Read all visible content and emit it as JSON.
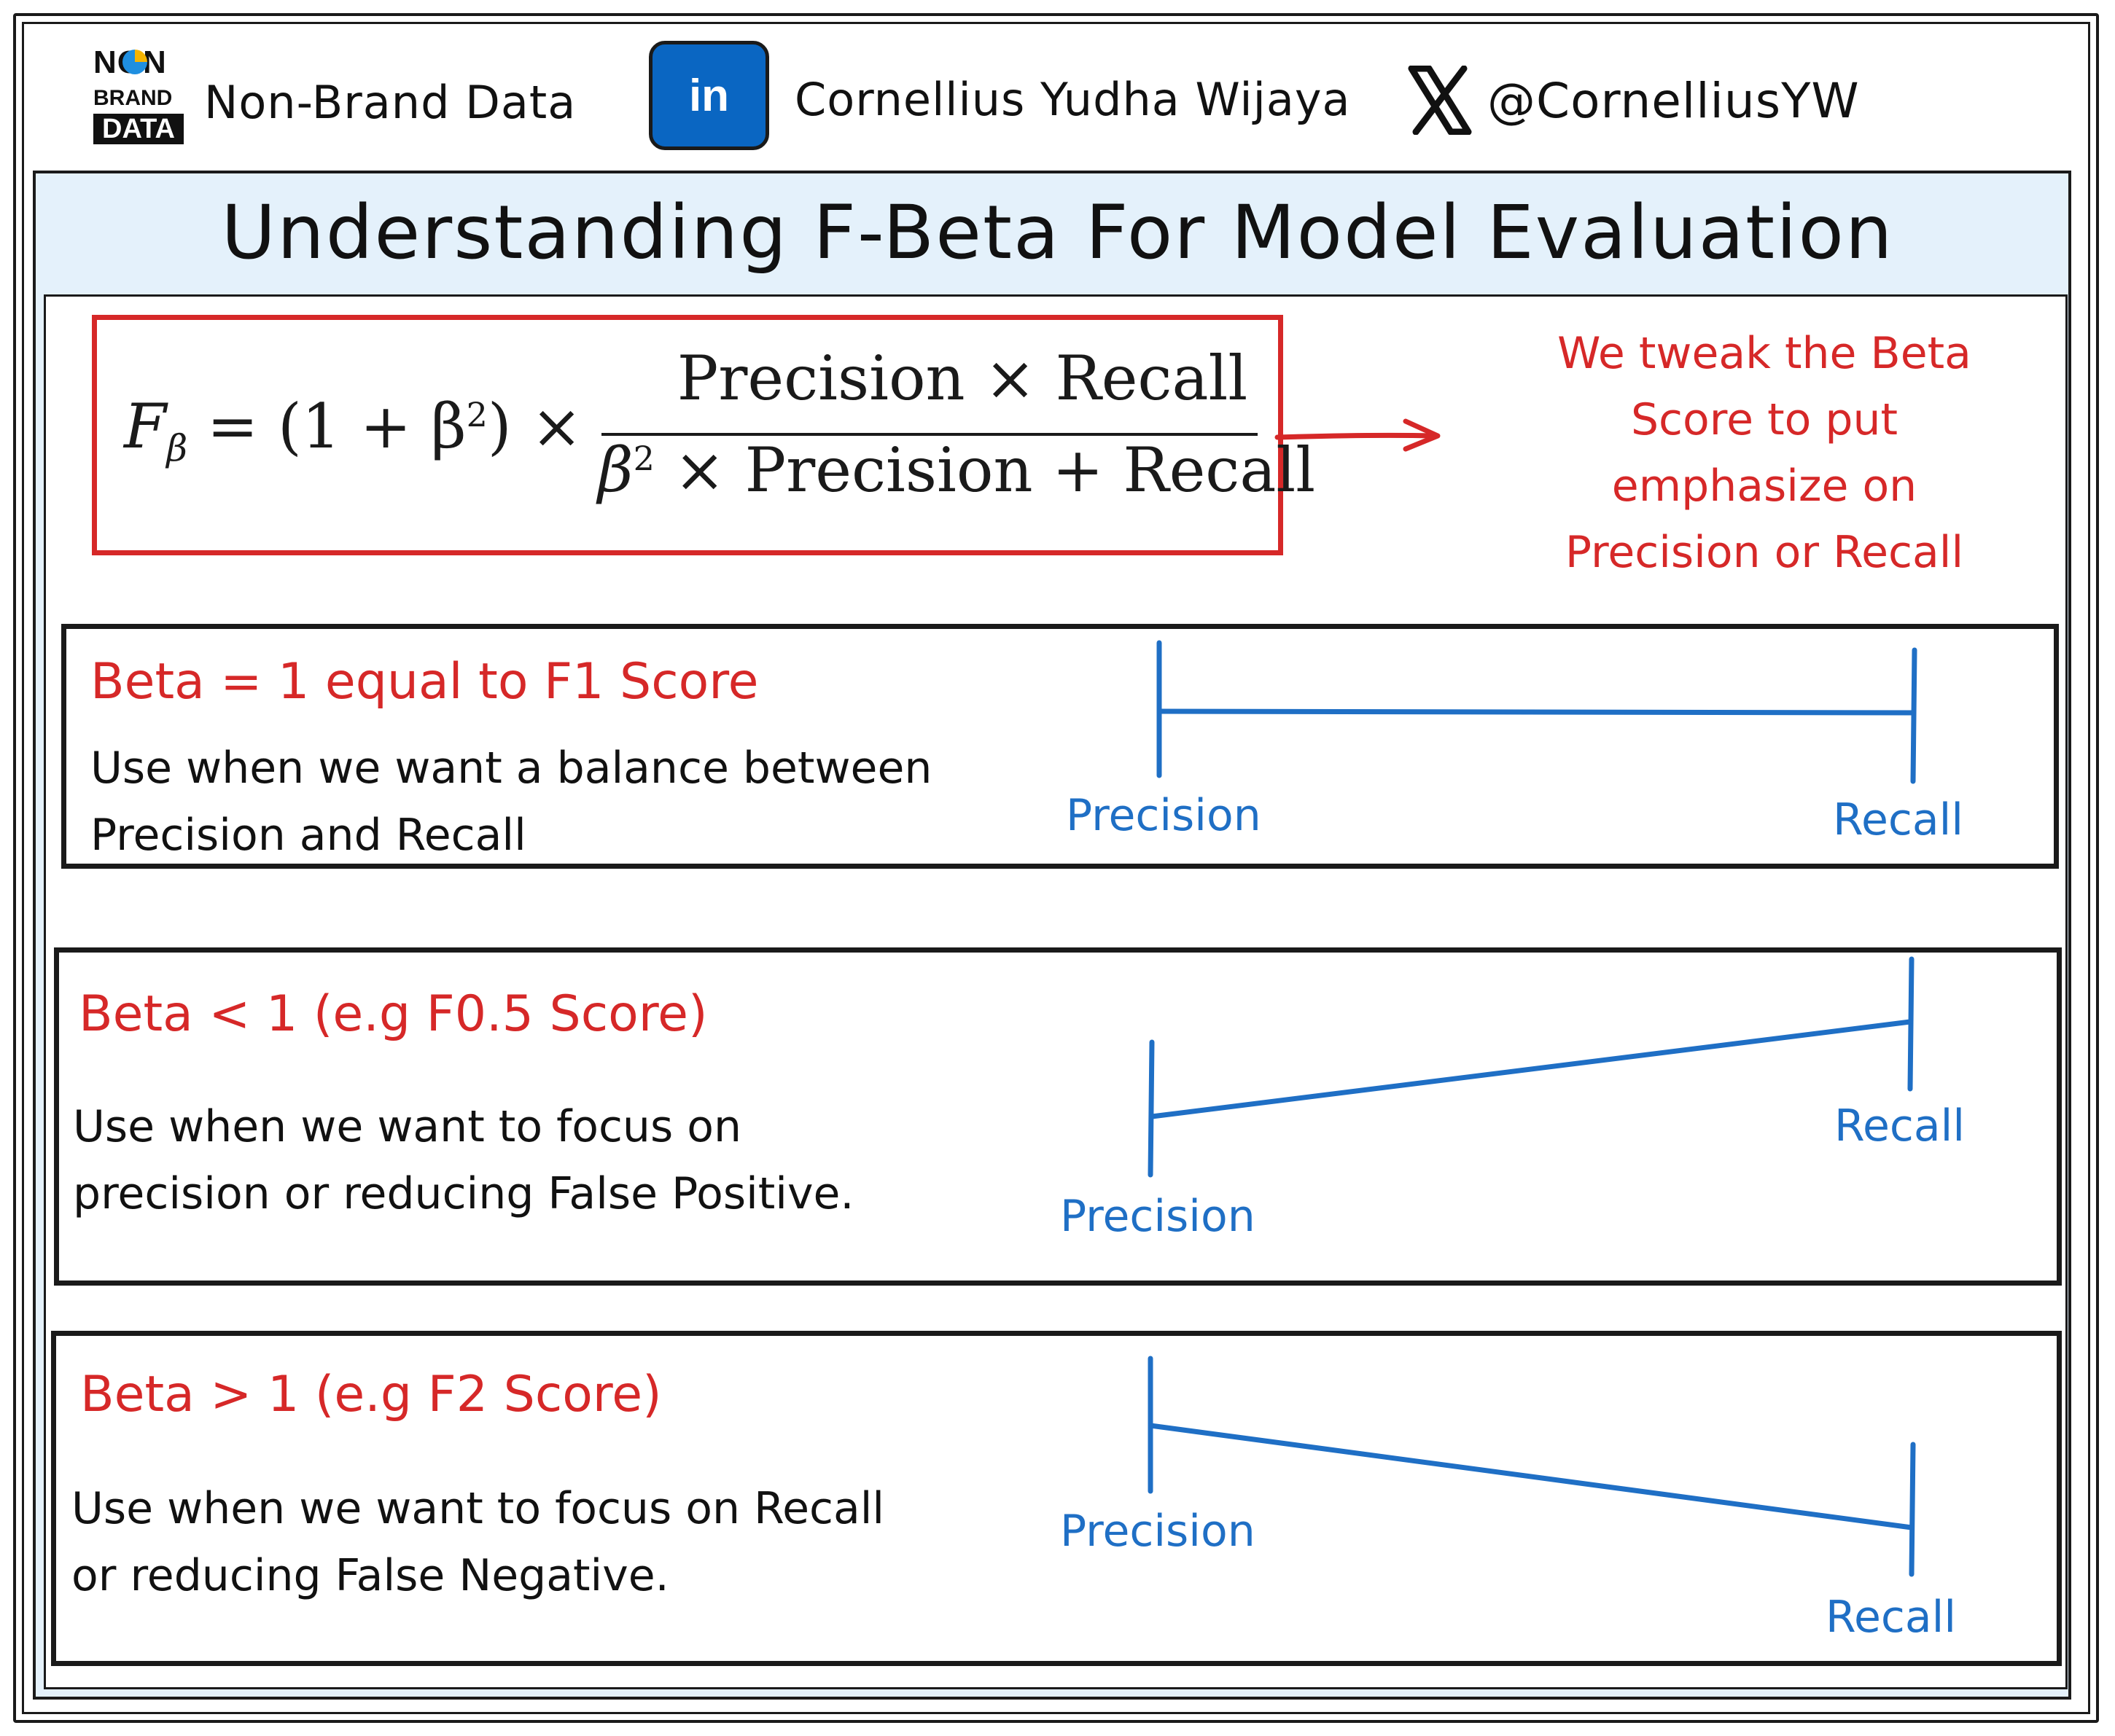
{
  "header": {
    "logo": {
      "line1": "NON",
      "line2": "BRAND",
      "line3": "DATA"
    },
    "brand_name": "Non-Brand Data",
    "linkedin_label": "in",
    "author": "Cornellius Yudha Wijaya",
    "handle": "@CornelliusYW"
  },
  "title": "Understanding F-Beta For Model Evaluation",
  "formula": {
    "lhs_symbol": "F",
    "lhs_subscript": "β",
    "factor": "= (1 + β",
    "factor_exp": "2",
    "factor_end": ") ×",
    "numerator": "Precision × Recall",
    "den_beta": "β",
    "den_exp": "2",
    "den_rest": " × Precision + Recall"
  },
  "note": [
    "We tweak the Beta",
    "Score to put",
    "emphasize on",
    "Precision or Recall"
  ],
  "sections": [
    {
      "title": "Beta = 1 equal to F1 Score",
      "desc": [
        "Use when we want a balance between",
        "Precision and Recall"
      ],
      "left_label": "Precision",
      "right_label": "Recall"
    },
    {
      "title": "Beta < 1 (e.g F0.5 Score)",
      "desc": [
        "Use when we want to focus on",
        "precision or reducing False Positive."
      ],
      "left_label": "Precision",
      "right_label": "Recall"
    },
    {
      "title": "Beta > 1 (e.g F2 Score)",
      "desc": [
        "Use when we want to focus on Recall",
        "or reducing False Negative."
      ],
      "left_label": "Precision",
      "right_label": "Recall"
    }
  ],
  "colors": {
    "accent_red": "#d62828",
    "scale_blue": "#1f6fc5",
    "linkedin_blue": "#0a66c2",
    "panel_blue": "#e4f1fb"
  }
}
